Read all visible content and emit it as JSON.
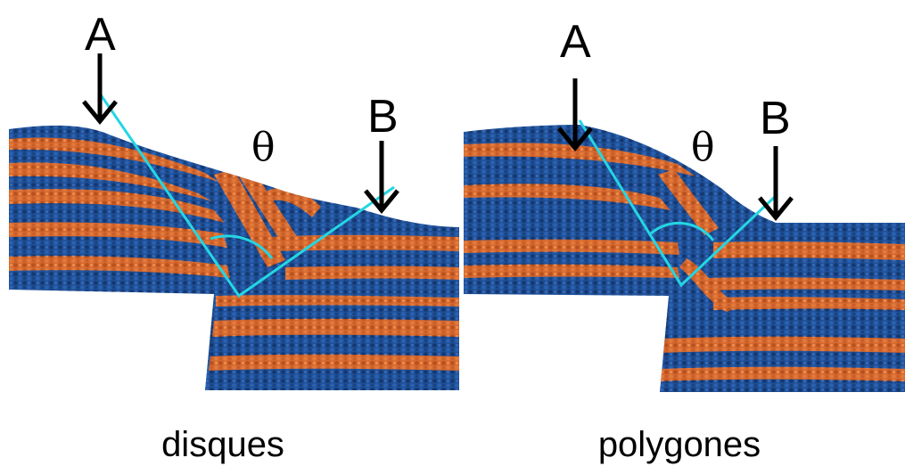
{
  "panels": [
    {
      "caption": "disques",
      "label_a": "A",
      "label_b": "B",
      "angle_symbol": "θ"
    },
    {
      "caption": "polygones",
      "label_a": "A",
      "label_b": "B",
      "angle_symbol": "θ"
    }
  ],
  "colors": {
    "blue_layer": "#1f4f96",
    "orange_layer": "#d4682f",
    "guide_line": "#24d6e3",
    "arrow": "#000000",
    "background": "#ffffff"
  },
  "icons": {
    "arrow": "down-arrow-icon"
  }
}
